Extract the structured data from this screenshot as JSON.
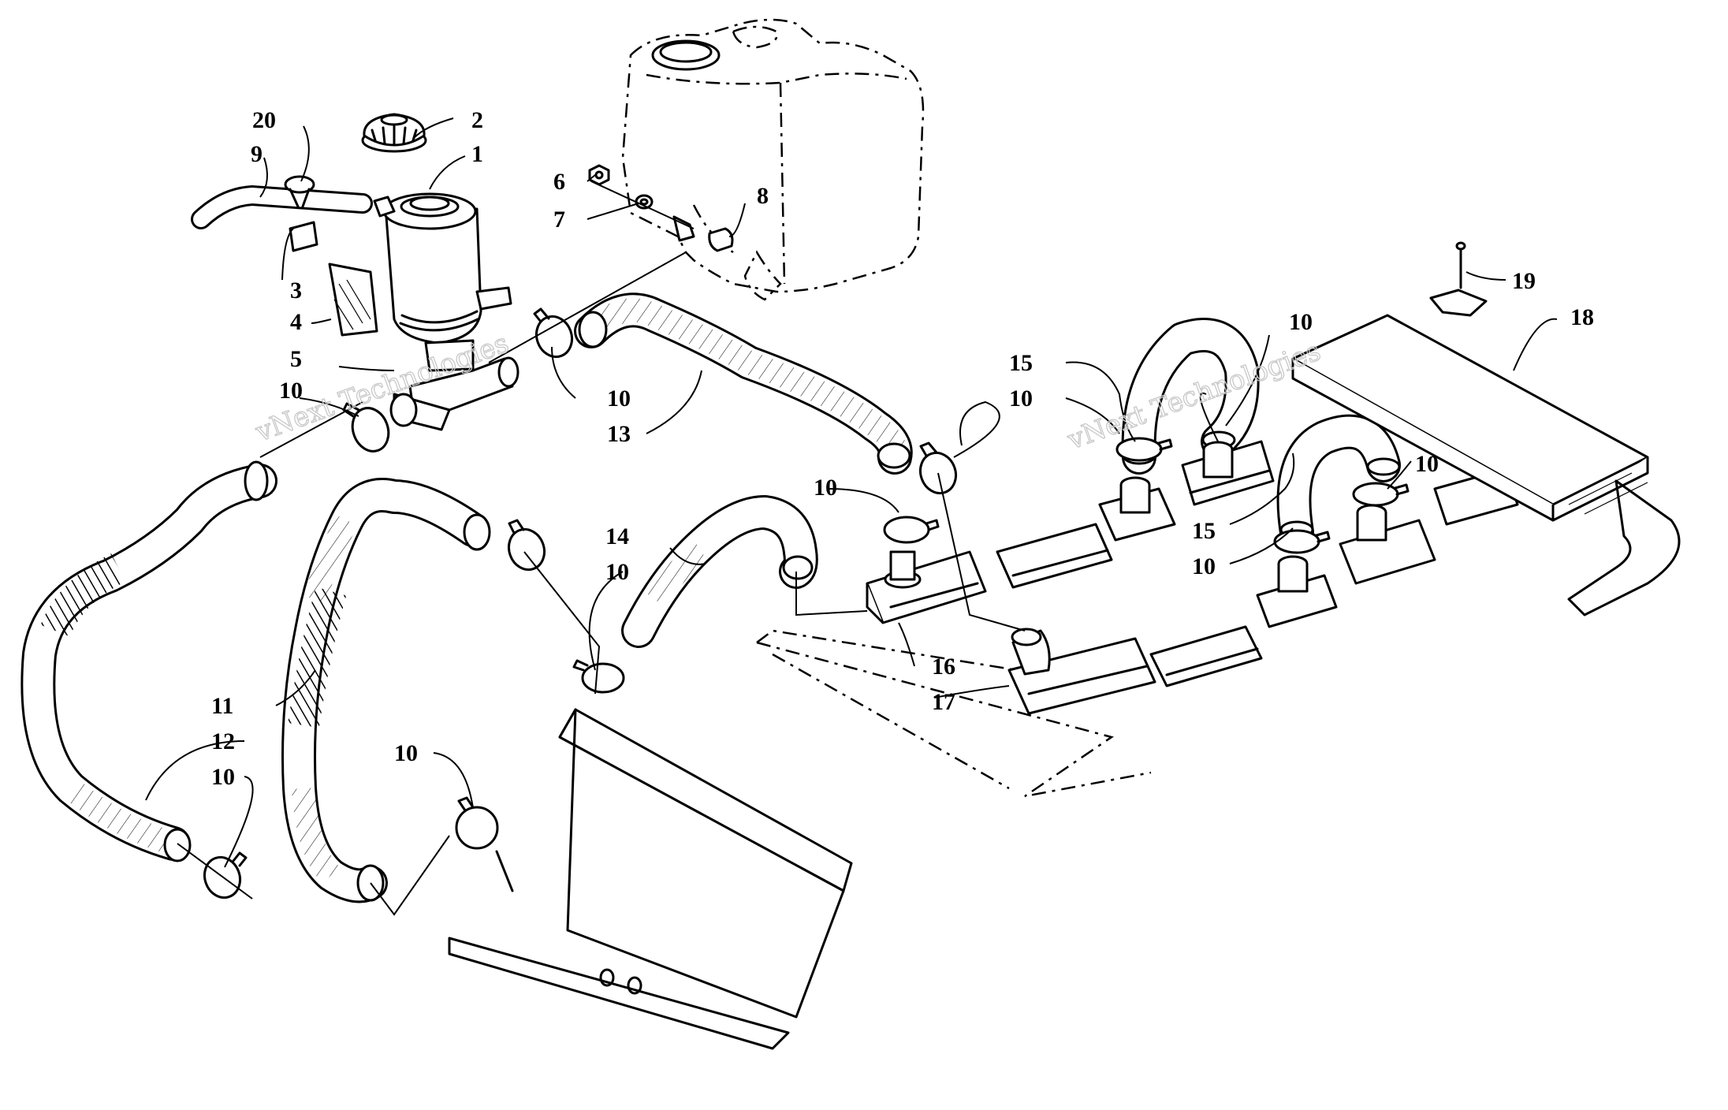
{
  "callouts": {
    "c1": "1",
    "c2": "2",
    "c3": "3",
    "c4": "4",
    "c5": "5",
    "c6": "6",
    "c7": "7",
    "c8": "8",
    "c9": "9",
    "c10": "10",
    "c11": "11",
    "c12": "12",
    "c13": "13",
    "c14": "14",
    "c15": "15",
    "c16": "16",
    "c17": "17",
    "c18": "18",
    "c19": "19",
    "c20": "20"
  },
  "watermark": {
    "text": "vNext Technologies"
  }
}
